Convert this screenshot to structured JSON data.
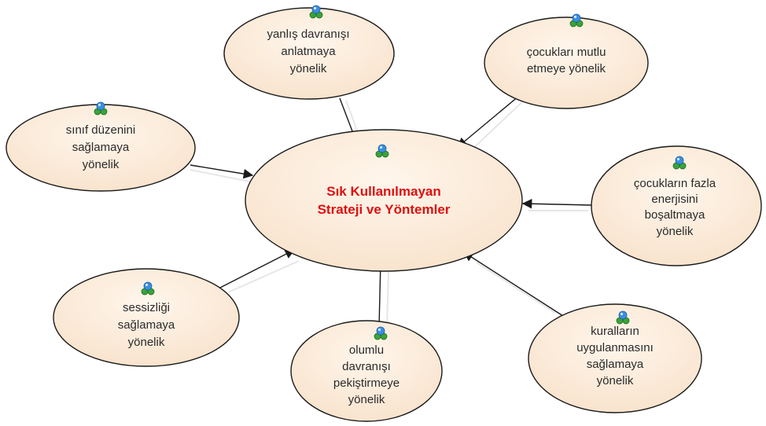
{
  "diagram": {
    "center": {
      "lines": [
        "Sık Kullanılmayan",
        "Strateji ve Yöntemler"
      ],
      "icon": "concept-node-icon"
    },
    "nodes": [
      {
        "id": "wrong-behavior",
        "lines": [
          "yanlış davranışı",
          "anlatmaya",
          "yönelik"
        ],
        "icon": "concept-node-icon"
      },
      {
        "id": "happy-children",
        "lines": [
          "çocukları mutlu",
          "etmeye yönelik"
        ],
        "icon": "concept-node-icon"
      },
      {
        "id": "class-order",
        "lines": [
          "sınıf düzenini",
          "sağlamaya",
          "yönelik"
        ],
        "icon": "concept-node-icon"
      },
      {
        "id": "release-energy",
        "lines": [
          "çocukların fazla",
          "enerjisini",
          "boşaltmaya",
          "yönelik"
        ],
        "icon": "concept-node-icon"
      },
      {
        "id": "silence",
        "lines": [
          "sessizliği",
          "sağlamaya",
          "yönelik"
        ],
        "icon": "concept-node-icon"
      },
      {
        "id": "reinforce-positive",
        "lines": [
          "olumlu",
          "davranışı",
          "pekiştirmeye",
          "yönelik"
        ],
        "icon": "concept-node-icon"
      },
      {
        "id": "apply-rules",
        "lines": [
          "kuralların",
          "uygulanmasını",
          "sağlamaya",
          "yönelik"
        ],
        "icon": "concept-node-icon"
      }
    ],
    "colors": {
      "node_fill": "#fbe8d4",
      "node_stroke": "#1a1a1a",
      "center_text": "#e01010",
      "arrow": "#1a1a1a"
    }
  }
}
